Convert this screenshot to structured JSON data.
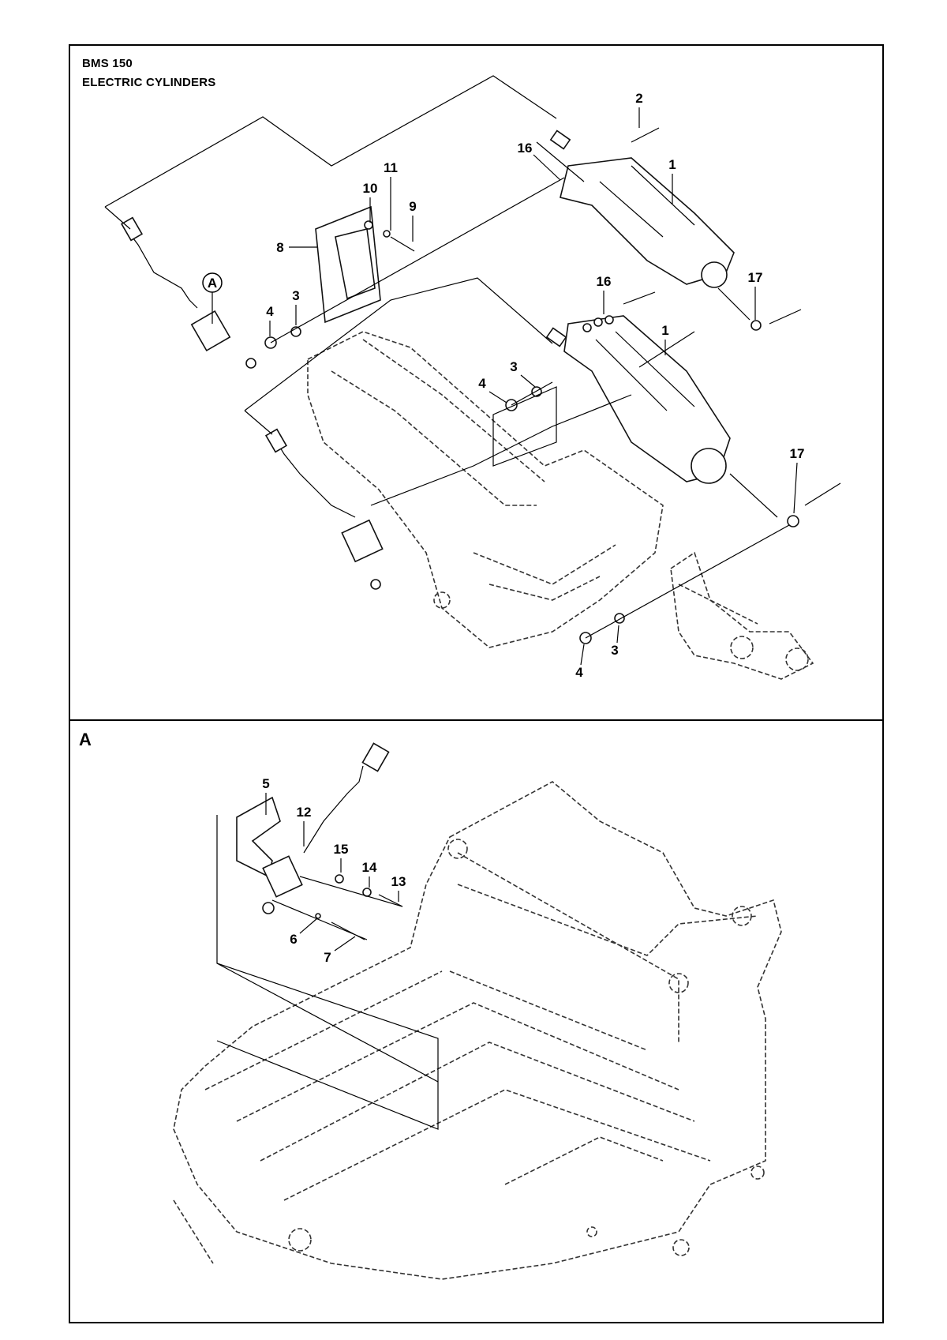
{
  "header": {
    "model": "BMS 150",
    "section": "ELECTRIC CYLINDERS"
  },
  "detail": {
    "label": "A",
    "ref_marker": "A"
  },
  "callouts_top": [
    "2",
    "16",
    "1",
    "11",
    "10",
    "9",
    "8",
    "3",
    "4",
    "16",
    "17",
    "1",
    "3",
    "4",
    "17",
    "3",
    "4"
  ],
  "callouts_bottom": [
    "5",
    "12",
    "15",
    "14",
    "13",
    "6",
    "7"
  ]
}
